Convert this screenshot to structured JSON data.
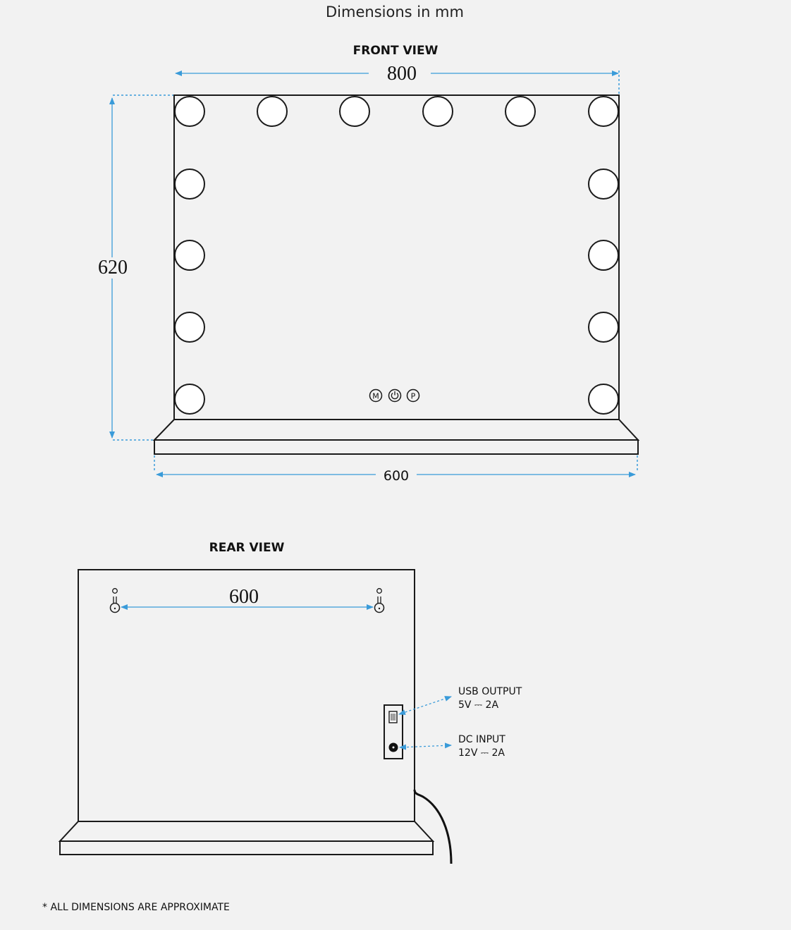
{
  "header": {
    "title": "Dimensions in mm"
  },
  "front_view": {
    "label": "FRONT VIEW",
    "width_value": "800",
    "height_value": "620",
    "base_width_value": "600",
    "controls": [
      "M",
      "P"
    ],
    "power_icon": "power-icon"
  },
  "rear_view": {
    "label": "REAR VIEW",
    "hole_spacing_value": "600",
    "usb": {
      "title": "USB OUTPUT",
      "spec": "5V ⎓ 2A"
    },
    "dc": {
      "title": "DC INPUT",
      "spec": "12V ⎓ 2A"
    }
  },
  "footer": {
    "note": "* ALL DIMENSIONS ARE APPROXIMATE"
  },
  "colors": {
    "dimension": "#3a9bd9",
    "line": "#1a1a1a",
    "background": "#f2f2f2"
  }
}
